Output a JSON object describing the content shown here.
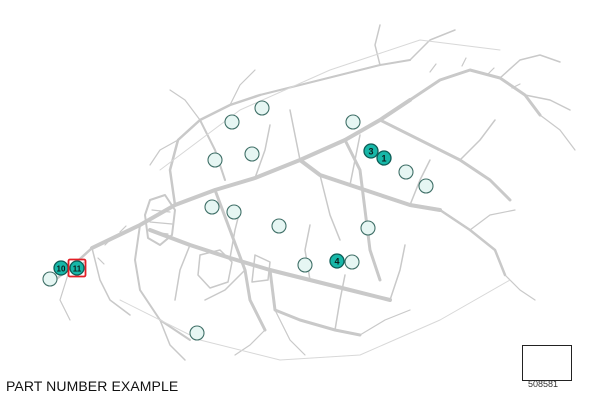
{
  "caption": "PART NUMBER EXAMPLE",
  "reference_number": "508581",
  "icon": "vehicle-ramp-icon",
  "colors": {
    "harness": "#c9c9c9",
    "connector_open_fill": "#e6f6f3",
    "connector_open_stroke": "#3f6f67",
    "callout_fill": "#17b7a8",
    "callout_stroke": "#0d5c55",
    "highlight_stroke": "#e21f26"
  },
  "callouts": [
    {
      "label": "1",
      "highlighted": false
    },
    {
      "label": "3",
      "highlighted": false
    },
    {
      "label": "4",
      "highlighted": false
    },
    {
      "label": "10",
      "highlighted": false
    },
    {
      "label": "11",
      "highlighted": true
    }
  ]
}
